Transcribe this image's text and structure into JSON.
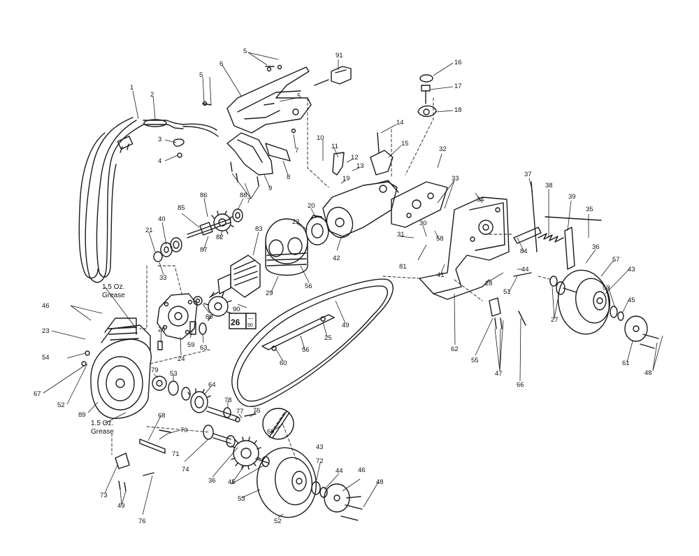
{
  "diagram": {
    "notes": {
      "grease_top": [
        "1.5 Oz.",
        "Grease"
      ],
      "grease_bottom": [
        "1.5 Oz.",
        "Grease"
      ]
    },
    "badge": {
      "main": "26",
      "sub_top": "—",
      "sub_bottom": "90"
    },
    "callouts": [
      "5",
      "91",
      "6",
      "1",
      "2",
      "5",
      "16",
      "17",
      "3",
      "18",
      "4",
      "7",
      "5",
      "10",
      "11",
      "14",
      "15",
      "12",
      "13",
      "32",
      "9",
      "8",
      "19",
      "7",
      "86",
      "88",
      "33",
      "37",
      "38",
      "39",
      "85",
      "20",
      "31",
      "34",
      "35",
      "40",
      "83",
      "22",
      "21",
      "82",
      "87",
      "84",
      "36",
      "42",
      "30",
      "58",
      "33",
      "81",
      "57",
      "43",
      "44",
      "41",
      "56",
      "29",
      "28",
      "51",
      "50",
      "45",
      "46",
      "80",
      "90",
      "27",
      "49",
      "26",
      "59",
      "63",
      "24",
      "25",
      "23",
      "60",
      "56",
      "62",
      "61",
      "55",
      "48",
      "54",
      "47",
      "79",
      "53",
      "64",
      "66",
      "67",
      "52",
      "78",
      "89",
      "68",
      "77",
      "75",
      "69",
      "70",
      "71",
      "74",
      "36",
      "45",
      "73",
      "49",
      "76",
      "53",
      "52",
      "43",
      "44",
      "46",
      "48",
      "72",
      "45"
    ]
  }
}
